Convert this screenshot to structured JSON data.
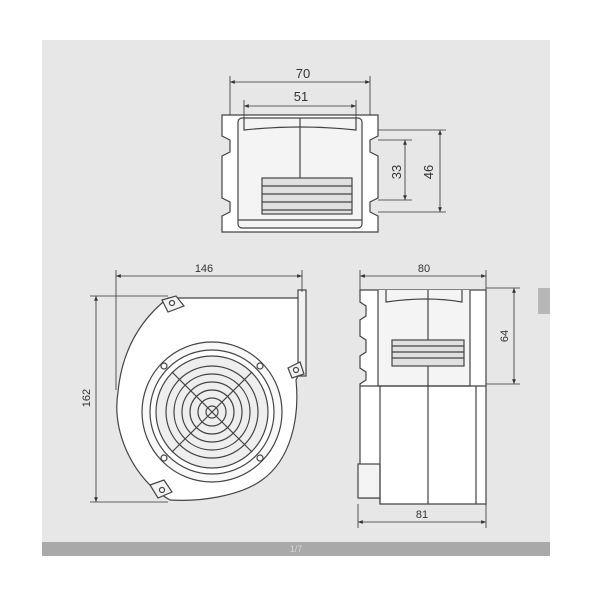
{
  "drawing": {
    "top_view": {
      "outer_width": "70",
      "inner_width": "51",
      "inner_height": "33",
      "outer_height": "46"
    },
    "side_view": {
      "width": "146",
      "height": "162"
    },
    "front_view": {
      "top_width": "80",
      "height": "64",
      "bottom_width": "81"
    }
  },
  "viewer": {
    "page_indicator": "1/7"
  },
  "colors": {
    "panel": "#e7e7e7",
    "line": "#444444",
    "bar": "#a9a9a9"
  }
}
